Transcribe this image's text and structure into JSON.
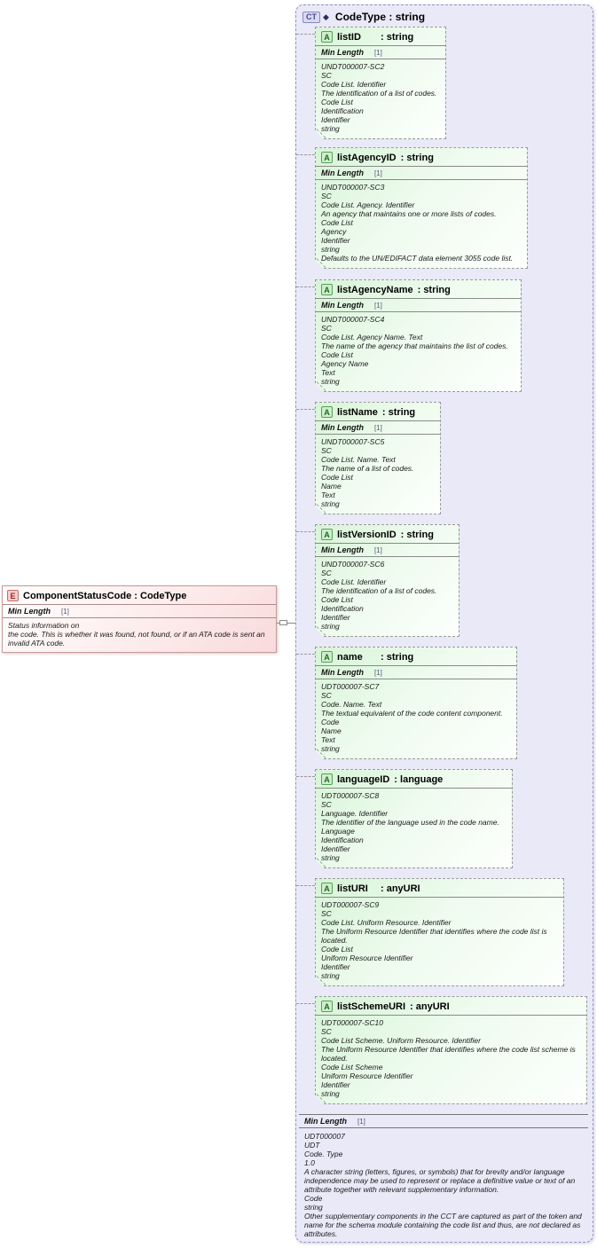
{
  "element": {
    "icon": "E",
    "title": "ComponentStatusCode : CodeType",
    "facet_label": "Min Length",
    "facet_value": "[1]",
    "annotation": "Status information on\nthe code. This is whether it was found, not found, or if an ATA code is sent an\ninvalid ATA code."
  },
  "complex_type": {
    "icon": "CT",
    "diamond": "◆",
    "title": "CodeType : string",
    "attributes": [
      {
        "icon": "A",
        "name": "listID",
        "type": ": string",
        "facet_label": "Min Length",
        "facet_value": "[1]",
        "annotation": "UNDT000007-SC2\nSC\nCode List. Identifier\nThe identification of a list of codes.\nCode List\nIdentification\nIdentifier\nstring"
      },
      {
        "icon": "A",
        "name": "listAgencyID",
        "type": ": string",
        "facet_label": "Min Length",
        "facet_value": "[1]",
        "annotation": "UNDT000007-SC3\nSC\nCode List. Agency. Identifier\nAn agency that maintains one or more lists of codes.\nCode List\nAgency\nIdentifier\nstring\nDefaults to the UN/EDIFACT data element 3055 code list."
      },
      {
        "icon": "A",
        "name": "listAgencyName",
        "type": ": string",
        "facet_label": "Min Length",
        "facet_value": "[1]",
        "annotation": "UNDT000007-SC4\nSC\nCode List. Agency Name. Text\nThe name of the agency that maintains the list of codes.\nCode List\nAgency Name\nText\nstring"
      },
      {
        "icon": "A",
        "name": "listName",
        "type": ": string",
        "facet_label": "Min Length",
        "facet_value": "[1]",
        "annotation": "UNDT000007-SC5\nSC\nCode List. Name. Text\nThe name of a list of codes.\nCode List\nName\nText\nstring"
      },
      {
        "icon": "A",
        "name": "listVersionID",
        "type": ": string",
        "facet_label": "Min Length",
        "facet_value": "[1]",
        "annotation": "UNDT000007-SC6\nSC\nCode List. Identifier\nThe identification of a list of codes.\nCode List\nIdentification\nIdentifier\nstring"
      },
      {
        "icon": "A",
        "name": "name",
        "type": ": string",
        "facet_label": "Min Length",
        "facet_value": "[1]",
        "annotation": "UDT000007-SC7\nSC\nCode. Name. Text\nThe textual equivalent of the code content component.\nCode\nName\nText\nstring"
      },
      {
        "icon": "A",
        "name": "languageID",
        "type": ": language",
        "annotation": "UDT000007-SC8\nSC\nLanguage. Identifier\nThe identifier of the language used in the code name.\nLanguage\nIdentification\nIdentifier\nstring"
      },
      {
        "icon": "A",
        "name": "listURI",
        "type": ": anyURI",
        "annotation": "UDT000007-SC9\nSC\nCode List. Uniform Resource. Identifier\nThe Uniform Resource Identifier that identifies where the code list is located.\nCode List\nUniform Resource Identifier\nIdentifier\nstring"
      },
      {
        "icon": "A",
        "name": "listSchemeURI",
        "type": ": anyURI",
        "annotation": "UDT000007-SC10\nSC\nCode List Scheme. Uniform Resource. Identifier\nThe Uniform Resource Identifier that identifies where the code list scheme is located.\nCode List Scheme\nUniform Resource Identifier\nIdentifier\nstring"
      }
    ],
    "footer": {
      "facet_label": "Min Length",
      "facet_value": "[1]",
      "annotation": "UDT000007\nUDT\nCode. Type\n1.0\nA character string (letters, figures, or symbols) that for brevity and/or language independence may be used to represent or replace a definitive value or text of an attribute together with relevant supplementary information.\nCode\nstring\nOther supplementary components in the CCT are captured as part of the token and name for the schema module containing the code list and thus, are not declared as attributes."
    }
  },
  "colors": {
    "element_accent": "#c79a9a",
    "attribute_accent": "#55a055",
    "complex_type_accent": "#9494c4"
  }
}
